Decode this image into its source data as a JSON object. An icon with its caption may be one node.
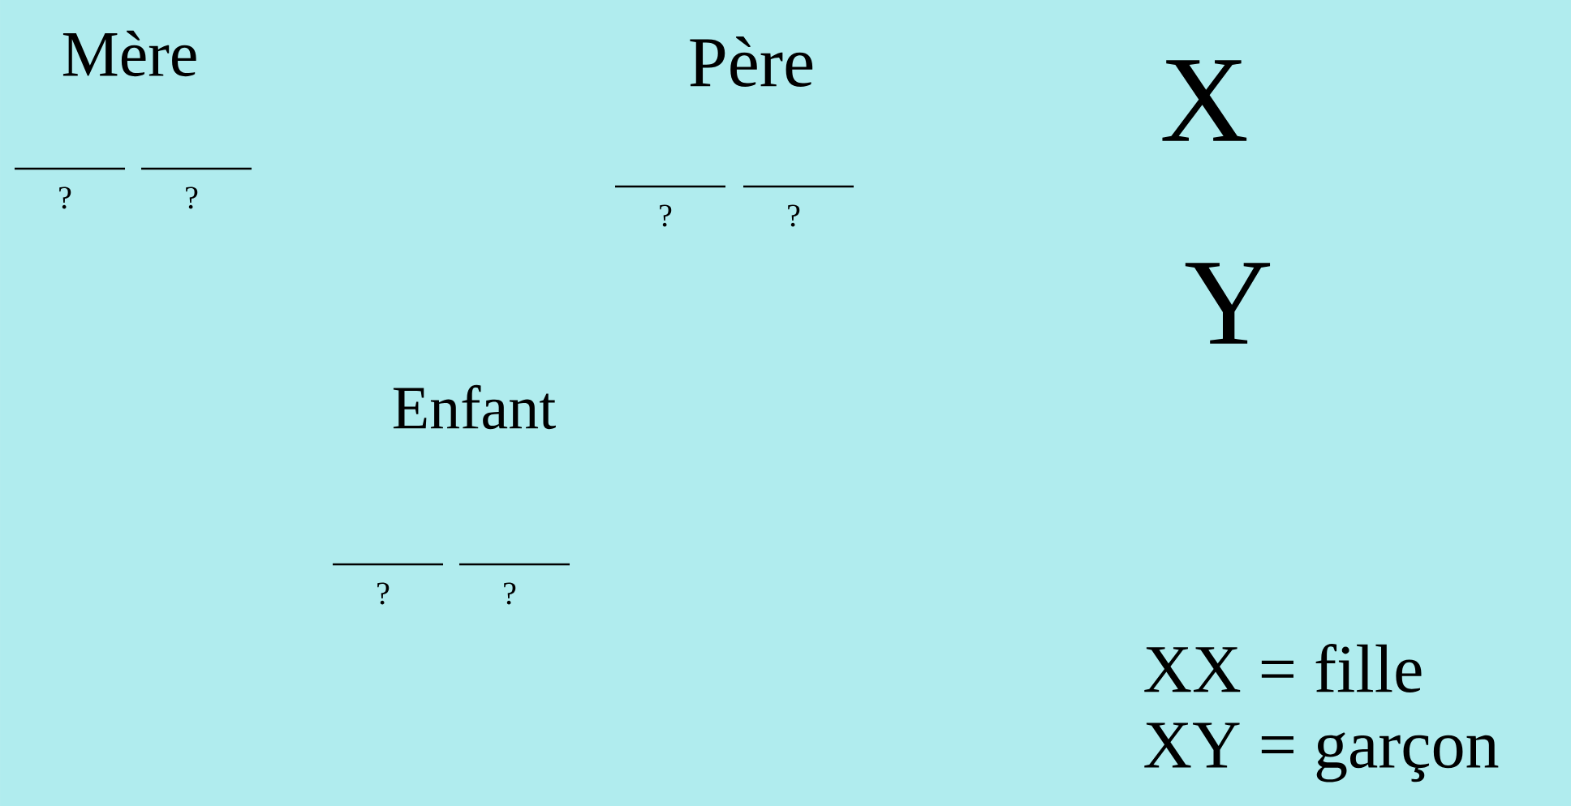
{
  "diagram": {
    "labels": [
      "Mère",
      "Père",
      "X",
      "?",
      "?",
      "?",
      "?",
      "Y",
      "Enfant",
      "?",
      "?",
      "XX = fille",
      "XY = garçon"
    ]
  }
}
